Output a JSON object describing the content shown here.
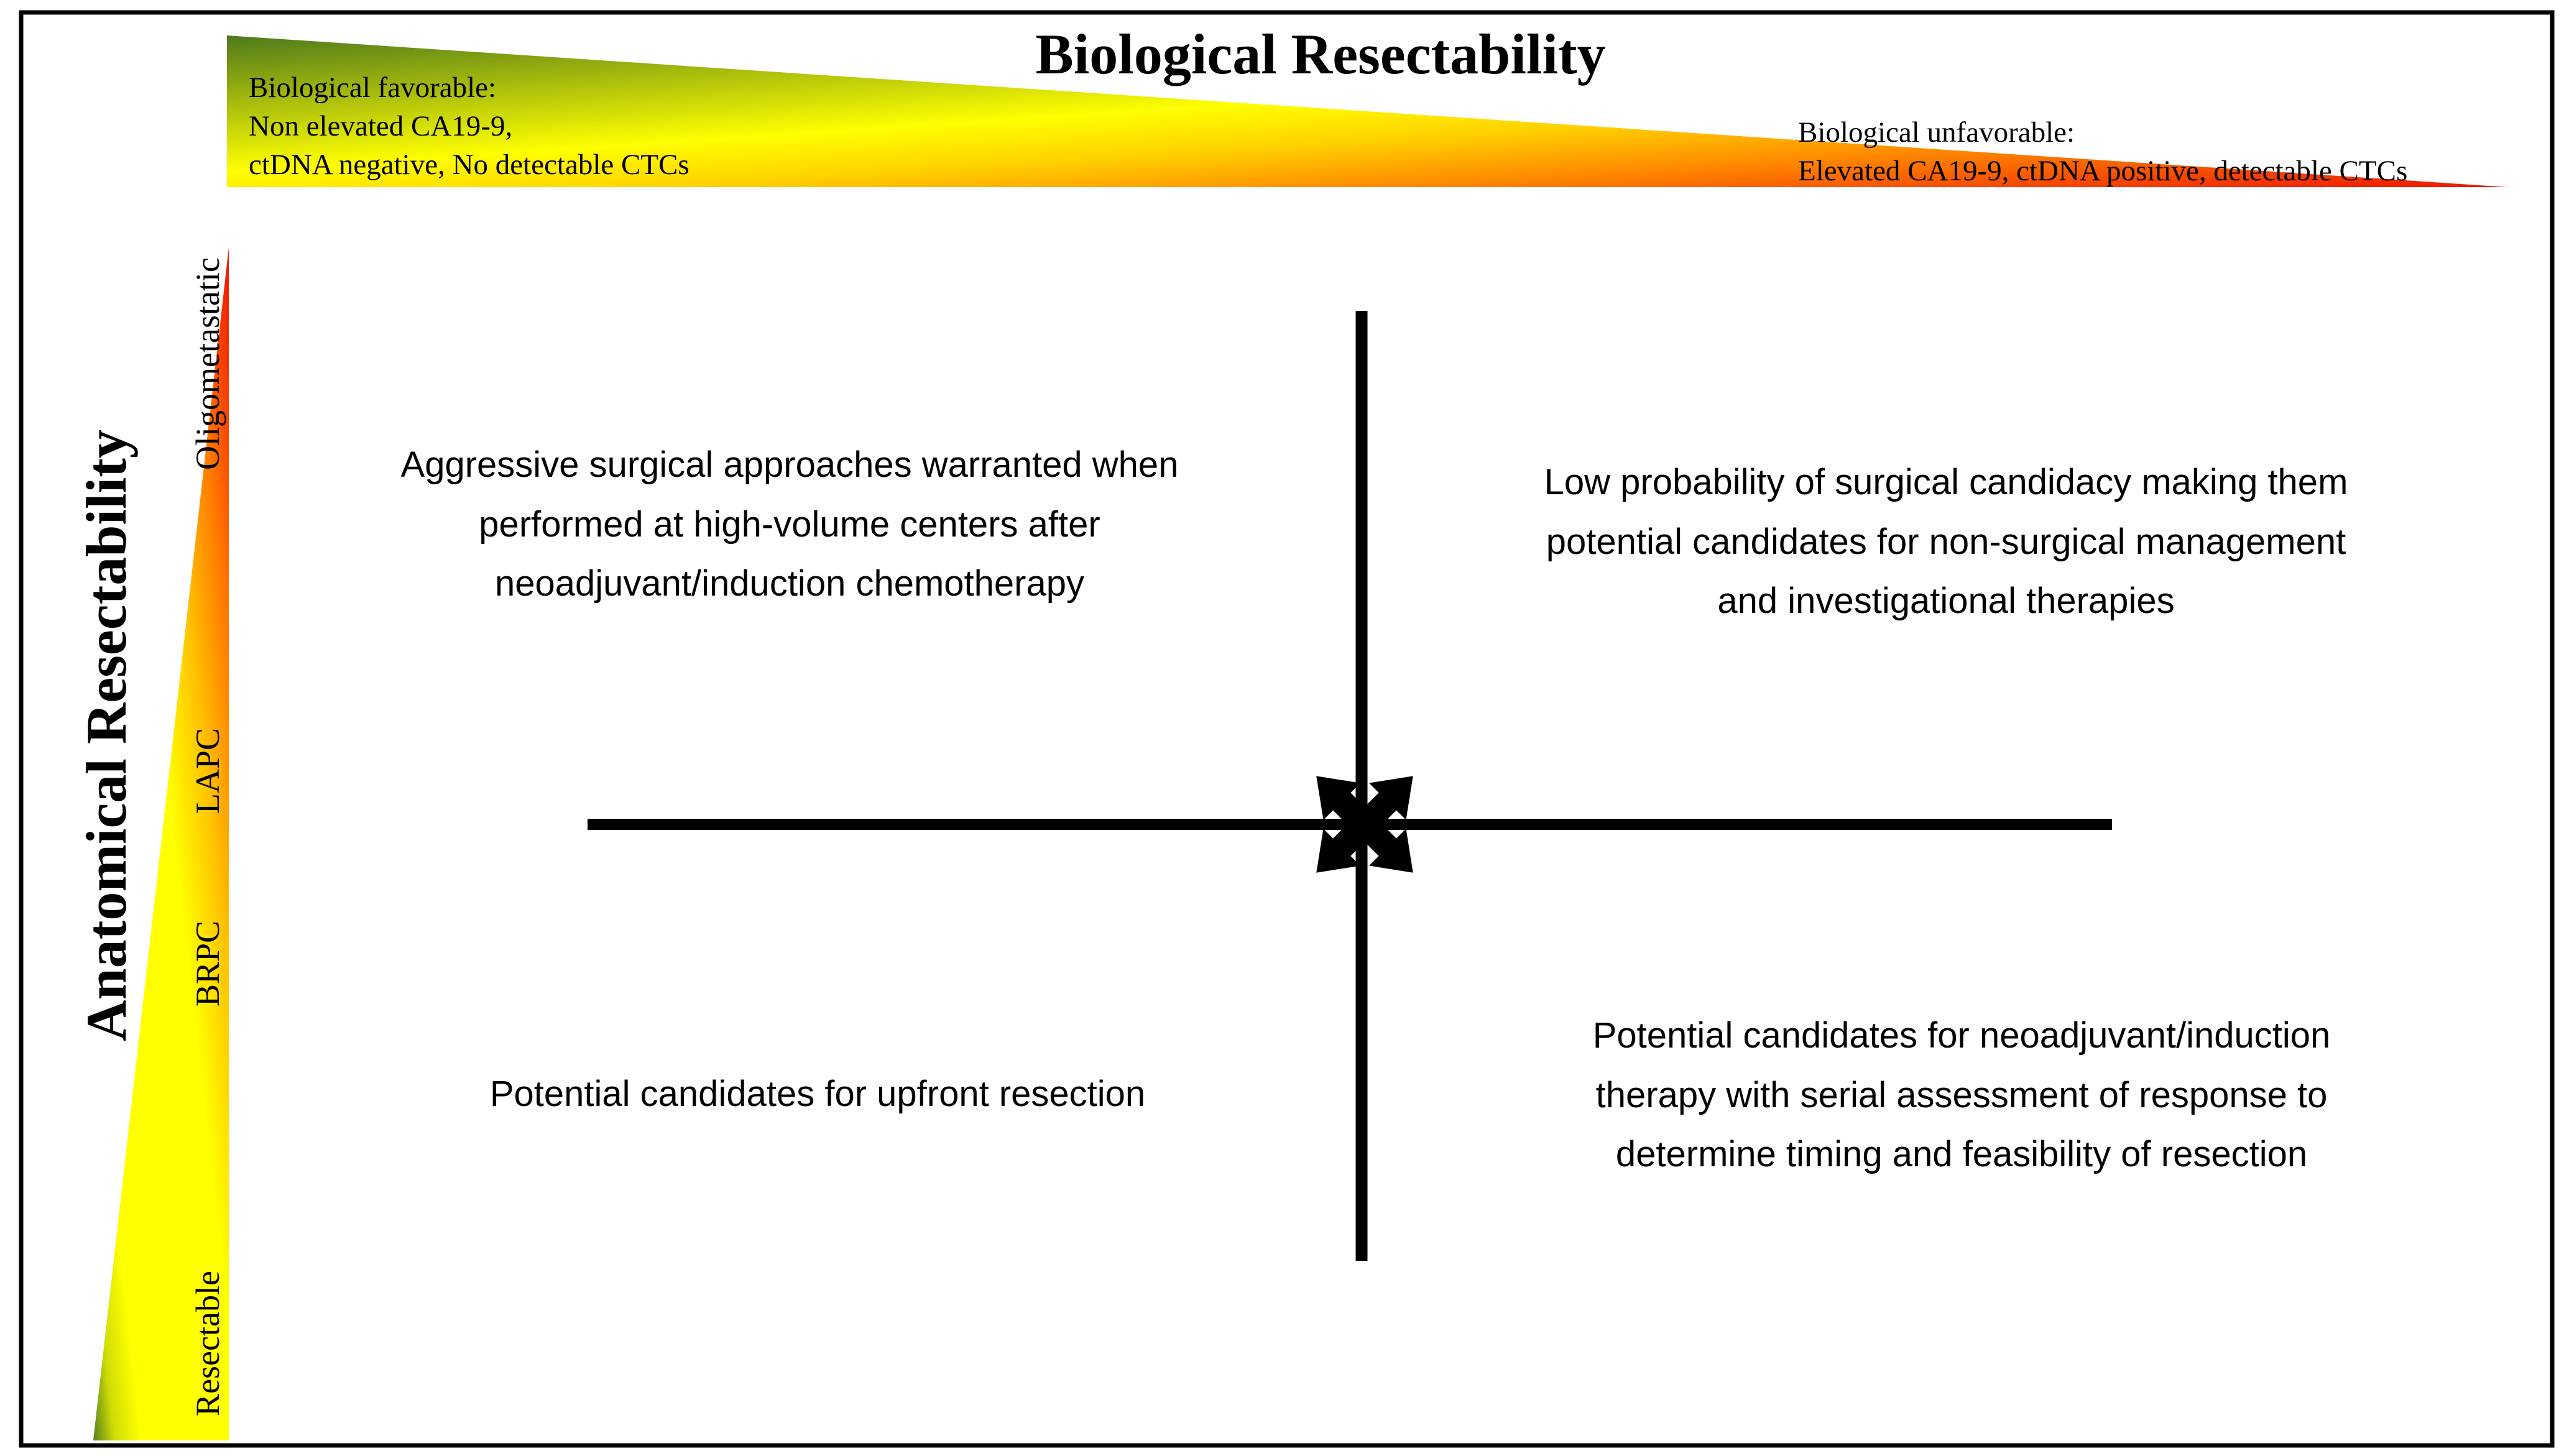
{
  "figure": {
    "top_axis": {
      "title": "Biological Resectability",
      "favorable_lines": [
        "Biological favorable:",
        "Non elevated CA19-9,",
        "ctDNA negative, No detectable CTCs"
      ],
      "unfavorable_lines": [
        "Biological unfavorable:",
        "Elevated CA19-9, ctDNA positive, detectable CTCs"
      ]
    },
    "left_axis": {
      "title": "Anatomical Resectability",
      "ticks": [
        "Oligometastatic",
        "LAPC",
        "BRPC",
        "Resectable"
      ]
    },
    "quadrants": {
      "top_left_lines": [
        "Aggressive surgical approaches warranted when",
        "performed at high-volume centers after",
        "neoadjuvant/induction chemotherapy"
      ],
      "top_right_lines": [
        "Low probability of surgical candidacy making them",
        "potential candidates for non-surgical management",
        "and investigational therapies"
      ],
      "bottom_left_lines": [
        "Potential candidates for upfront resection"
      ],
      "bottom_right_lines": [
        "Potential candidates for neoadjuvant/induction",
        "therapy with serial assessment of response to",
        "determine timing and feasibility of resection"
      ]
    },
    "colors": {
      "favorable_green": "#4e7a1d",
      "yellow": "#ffff00",
      "orange": "#ff8c00",
      "unfavorable_red": "#ee1400",
      "axis_black": "#000000"
    },
    "center_marker": "four-way-diagonal-arrows"
  }
}
